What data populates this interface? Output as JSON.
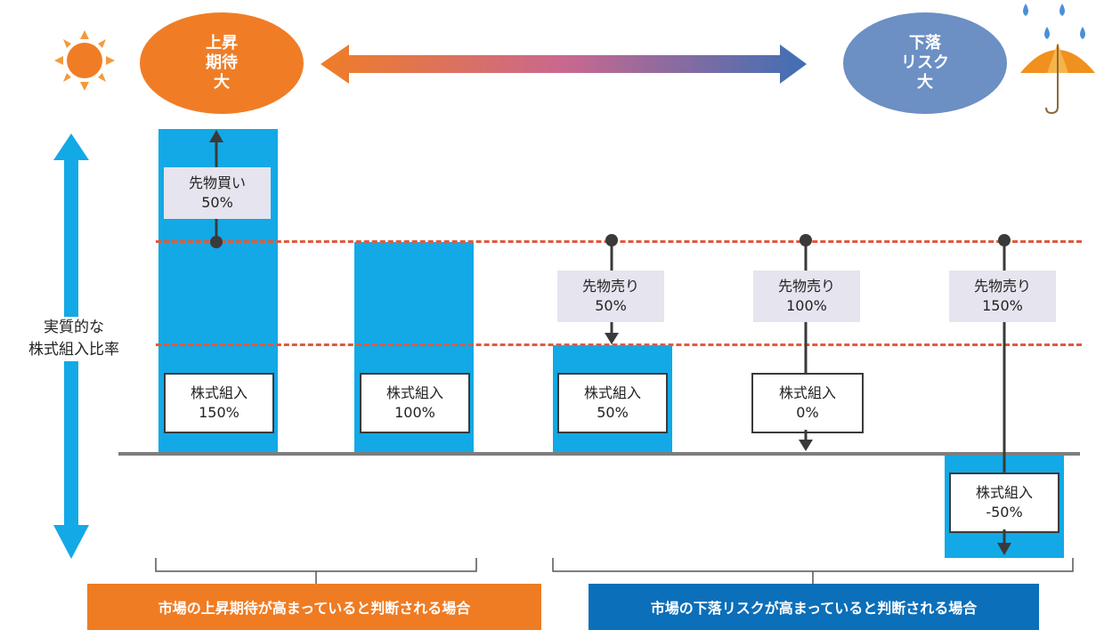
{
  "colors": {
    "bar": "#12a9e6",
    "dashed_line": "#e05a3c",
    "orange": "#f07d26",
    "blue_ellipse": "#6c8fc4",
    "blue_banner": "#0b6fb9",
    "label_box": "#e6e4ee"
  },
  "icons": {
    "left": "sun-icon",
    "right": "rain-umbrella-icon"
  },
  "top": {
    "left_ellipse": "上昇\n期待\n大",
    "right_ellipse": "下落\nリスク\n大"
  },
  "y_axis_label": "実質的な\n株式組入比率",
  "columns": [
    {
      "stock_label": "株式組入\n150%",
      "futures_label": "先物買い\n50%"
    },
    {
      "stock_label": "株式組入\n100%",
      "futures_label": ""
    },
    {
      "stock_label": "株式組入\n50%",
      "futures_label": "先物売り\n50%"
    },
    {
      "stock_label": "株式組入\n0%",
      "futures_label": "先物売り\n100%"
    },
    {
      "stock_label": "株式組入\n-50%",
      "futures_label": "先物売り\n150%"
    }
  ],
  "banners": {
    "left": "市場の上昇期待が高まっていると判断される場合",
    "right": "市場の下落リスクが高まっていると判断される場合"
  }
}
